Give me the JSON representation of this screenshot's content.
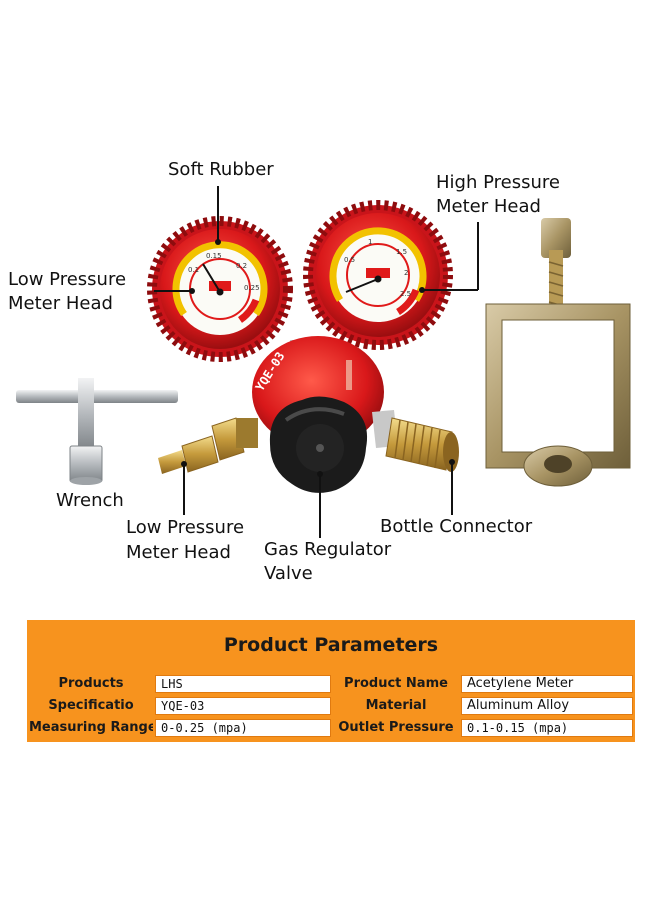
{
  "callouts": {
    "soft_rubber": "Soft Rubber",
    "high_pressure_line1": "High Pressure",
    "high_pressure_line2": "Meter Head",
    "low_pressure_top_line1": "Low Pressure",
    "low_pressure_top_line2": "Meter Head",
    "wrench": "Wrench",
    "low_pressure_bottom_line1": "Low Pressure",
    "low_pressure_bottom_line2": "Meter Head",
    "gas_regulator_line1": "Gas Regulator",
    "gas_regulator_line2": "Valve",
    "bottle_connector": "Bottle Connector"
  },
  "gauge_text": {
    "regulator_model": "YQE-03"
  },
  "parameters": {
    "title": "Product Parameters",
    "rows": [
      {
        "key1": "Products",
        "val1": "LHS",
        "key2": "Product Name",
        "val2": "Acetylene Meter"
      },
      {
        "key1": "Specificatio",
        "val1": "YQE-03",
        "key2": "Material",
        "val2": "Aluminum Alloy"
      },
      {
        "key1": "Measuring Range",
        "val1": "0-0.25 (mpa)",
        "key2": "Outlet Pressure",
        "val2": "0.1-0.15 (mpa)"
      }
    ]
  },
  "colors": {
    "table_orange": "#f7931e",
    "gauge_red": "#e0201c",
    "brass": "#c8a24a",
    "steel": "#b8bcc0"
  }
}
